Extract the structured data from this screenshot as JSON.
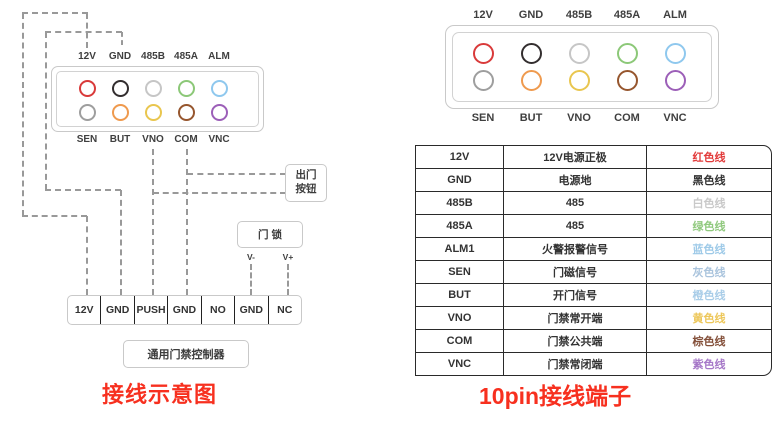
{
  "colors": {
    "title_red": "#f7301f",
    "box_border": "#c9c9c9",
    "wire_red": "#e05050",
    "wire_black": "#4b4b4b",
    "wire_yellow": "#ecd36e",
    "wire_brown": "#8e5c39",
    "wire_purple": "#b88fd6"
  },
  "connector": {
    "top_labels": [
      "12V",
      "GND",
      "485B",
      "485A",
      "ALM"
    ],
    "bottom_labels": [
      "SEN",
      "BUT",
      "VNO",
      "COM",
      "VNC"
    ],
    "top_pin_colors": [
      "#d93a3a",
      "#332e2f",
      "#c6c6c6",
      "#8cc878",
      "#8fc8ee"
    ],
    "bottom_pin_colors": [
      "#9e9e9e",
      "#ef9a4e",
      "#e9c64f",
      "#96562e",
      "#9c5fb8"
    ]
  },
  "left": {
    "exit_button": [
      "出门",
      "按钮"
    ],
    "door_lock": "门 锁",
    "v_minus": "V-",
    "v_plus": "V+",
    "terminals": [
      "12V",
      "GND",
      "PUSH",
      "GND",
      "NO",
      "GND",
      "NC"
    ],
    "controller_label": "通用门禁控制器",
    "caption": "接线示意图"
  },
  "right": {
    "caption": "10pin接线端子",
    "table": {
      "rows": [
        {
          "pin": "12V",
          "desc": "12V电源正极",
          "wire": "红色线",
          "color": "#e23b3b"
        },
        {
          "pin": "GND",
          "desc": "电源地",
          "wire": "黑色线",
          "color": "#333333"
        },
        {
          "pin": "485B",
          "desc": "485",
          "wire": "白色线",
          "color": "#c9c9c9"
        },
        {
          "pin": "485A",
          "desc": "485",
          "wire": "绿色线",
          "color": "#90c97e"
        },
        {
          "pin": "ALM1",
          "desc": "火警报警信号",
          "wire": "蓝色线",
          "color": "#9ecae8"
        },
        {
          "pin": "SEN",
          "desc": "门磁信号",
          "wire": "灰色线",
          "color": "#aac4dd"
        },
        {
          "pin": "BUT",
          "desc": "开门信号",
          "wire": "橙色线",
          "color": "#a9cde8"
        },
        {
          "pin": "VNO",
          "desc": "门禁常开端",
          "wire": "黄色线",
          "color": "#edc75a"
        },
        {
          "pin": "COM",
          "desc": "门禁公共端",
          "wire": "棕色线",
          "color": "#84503a"
        },
        {
          "pin": "VNC",
          "desc": "门禁常闭端",
          "wire": "紫色线",
          "color": "#a678c8"
        }
      ]
    }
  }
}
